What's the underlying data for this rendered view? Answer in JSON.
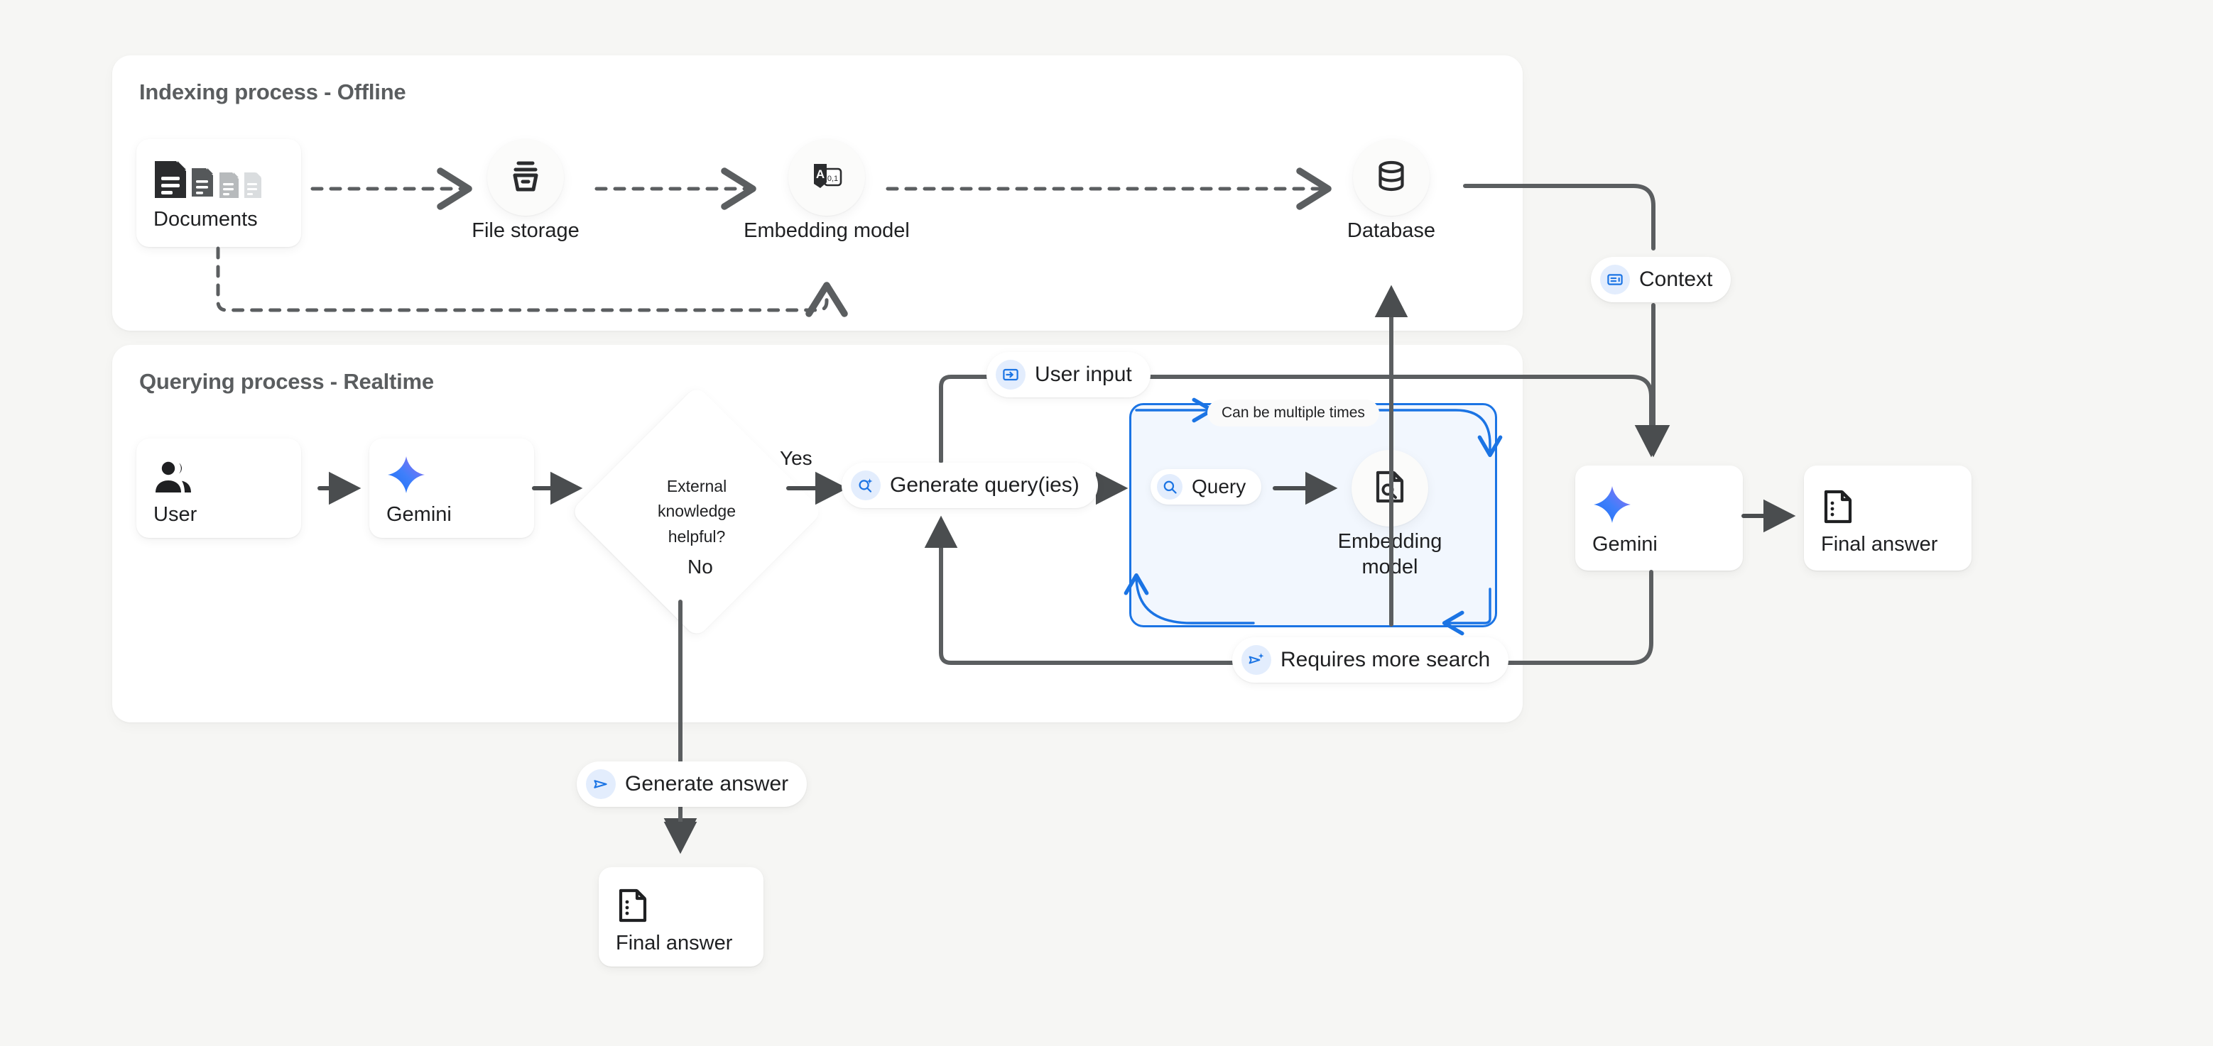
{
  "background_color": "#f6f6f4",
  "accent_blue": "#1b74e4",
  "panels": [
    {
      "id": "indexing",
      "title": "Indexing process - Offline"
    },
    {
      "id": "querying",
      "title": "Querying process - Realtime"
    }
  ],
  "indexing": {
    "documents": {
      "label": "Documents",
      "icon": "documents-icon"
    },
    "file_storage": {
      "label": "File storage",
      "icon": "file-storage-icon"
    },
    "embedding_model": {
      "label": "Embedding model",
      "icon": "translate-embedding-icon"
    },
    "database": {
      "label": "Database",
      "icon": "database-icon"
    }
  },
  "querying": {
    "user": {
      "label": "User",
      "icon": "user-group-icon"
    },
    "gemini_left": {
      "label": "Gemini",
      "icon": "gemini-sparkle-icon"
    },
    "decision": {
      "line1": "External",
      "line2": "knowledge",
      "line3": "helpful?"
    },
    "branch_yes": "Yes",
    "branch_no": "No",
    "generate_queries": {
      "label": "Generate query(ies)",
      "icon": "search-sparkle-icon"
    },
    "user_input": {
      "label": "User input",
      "icon": "login-arrow-icon"
    },
    "can_be_multiple_times": "Can be multiple times",
    "query": {
      "label": "Query",
      "icon": "search-icon"
    },
    "embedding_model": {
      "line1": "Embedding",
      "line2": "model",
      "icon": "document-search-icon"
    },
    "requires_more_search": {
      "label": "Requires more search",
      "icon": "send-sparkle-icon"
    },
    "context": {
      "label": "Context",
      "icon": "context-panel-icon"
    },
    "gemini_right": {
      "label": "Gemini",
      "icon": "gemini-sparkle-icon"
    },
    "final_answer_right": {
      "label": "Final answer",
      "icon": "answer-doc-icon"
    },
    "generate_answer": {
      "label": "Generate answer",
      "icon": "send-icon"
    },
    "final_answer_bottom": {
      "label": "Final answer",
      "icon": "answer-doc-icon"
    }
  }
}
